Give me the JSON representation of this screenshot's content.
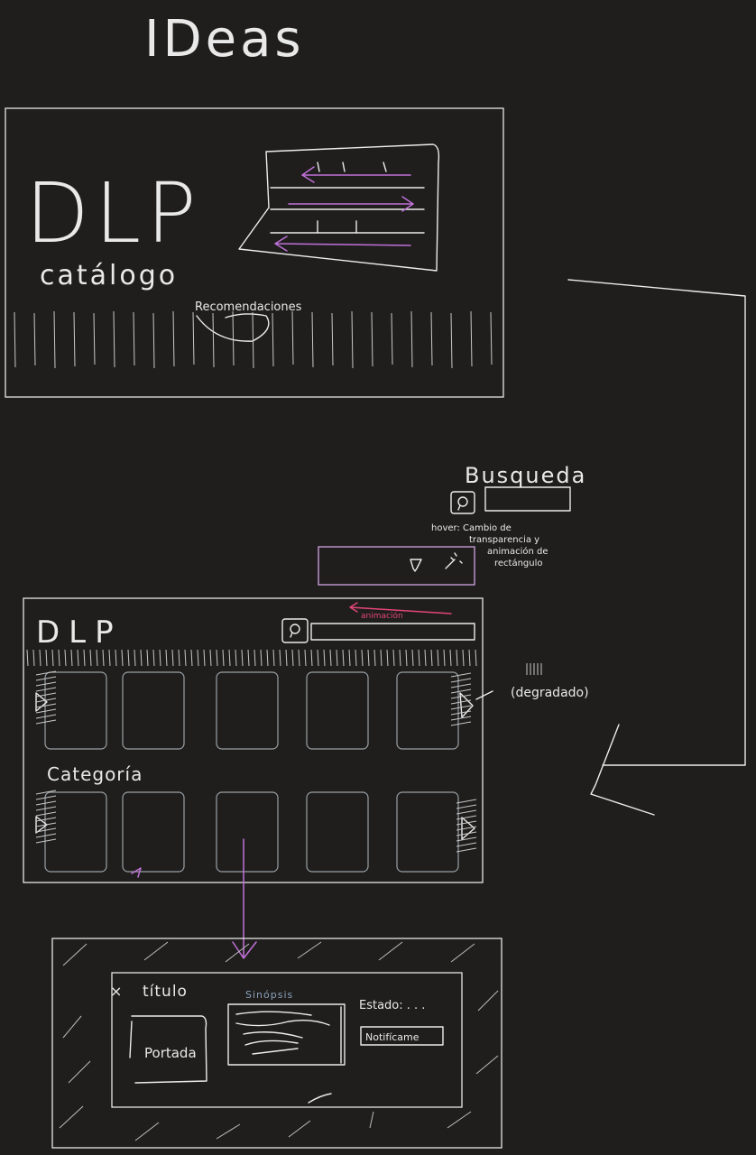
{
  "title": "IDeas",
  "sketch1": {
    "logo": "DLP",
    "subtitle": "catálogo",
    "recommendations_label": "Recomendaciones"
  },
  "search_idea": {
    "title": "Busqueda",
    "hover_note": [
      "hover: Cambio de",
      "transparencia y",
      "animación de",
      "rectángulo"
    ]
  },
  "sketch2": {
    "logo": "DLP",
    "animation_label": "animación",
    "gradient_note": "(degradado)",
    "category_label": "Categoría"
  },
  "sketch3": {
    "close_mark": "×",
    "title_label": "título",
    "cover_label": "Portada",
    "synopsis_label": "Sinópsis",
    "status_label": "Estado: . . .",
    "notify_button": "Notifícame"
  },
  "colors": {
    "background": "#1f1e1d",
    "lines": "#e6e6e6",
    "accent_purple": "#c070d8",
    "accent_pink": "#e2457a"
  }
}
